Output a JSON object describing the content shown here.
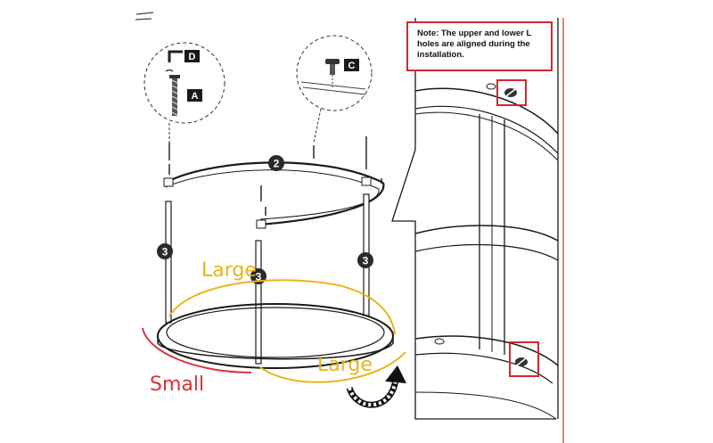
{
  "parts": {
    "a": "A",
    "c": "C",
    "d": "D"
  },
  "callouts": {
    "ring_top": "2",
    "leg_left": "3",
    "leg_center": "3",
    "leg_right": "3"
  },
  "annotations": {
    "large_top": "Large",
    "large_bottom": "Large",
    "small": "Small"
  },
  "note": {
    "text": "Note: The upper and lower L holes are aligned during the installation."
  },
  "colors": {
    "annotation_yellow": "#e8b41c",
    "annotation_red": "#d8323a",
    "highlight_red": "#d0282e",
    "line": "#1a1a1a"
  }
}
